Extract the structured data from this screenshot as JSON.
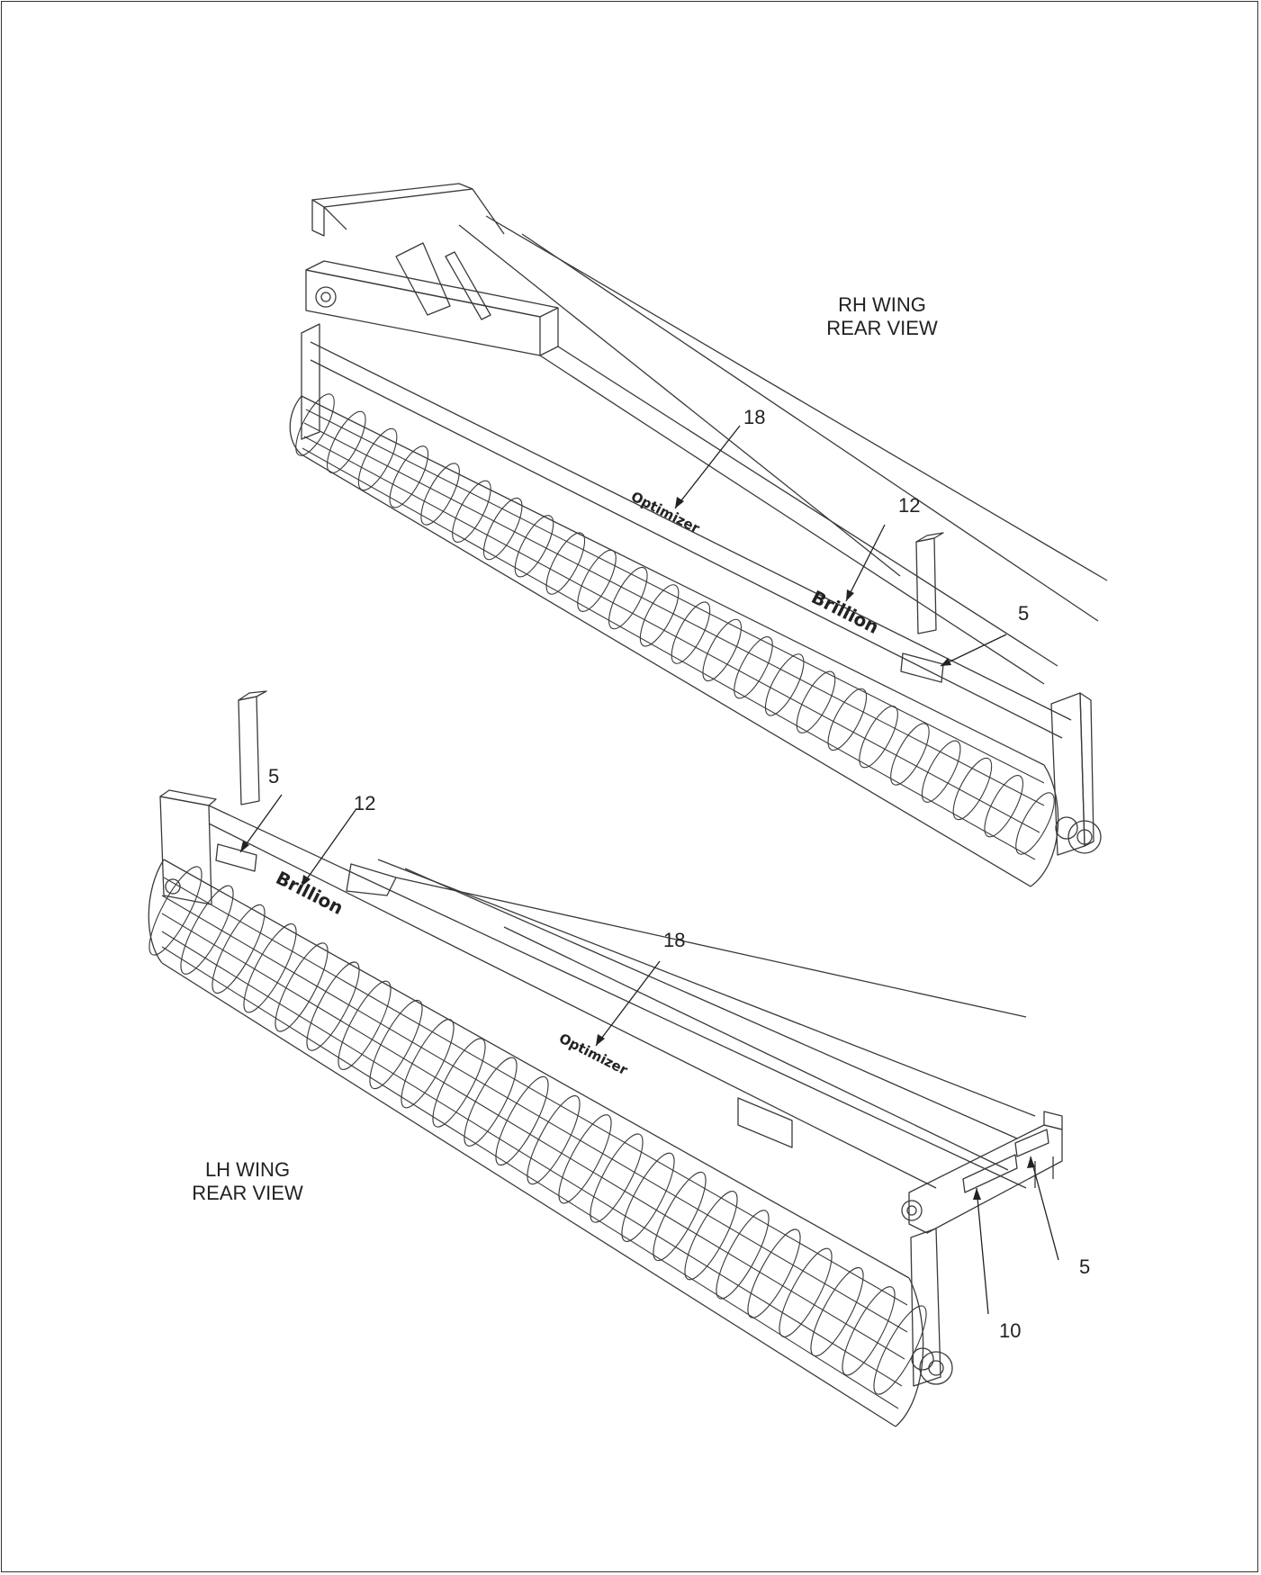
{
  "figure": {
    "rh_view": {
      "line1": "RH WING",
      "line2": "REAR VIEW"
    },
    "lh_view": {
      "line1": "LH WING",
      "line2": "REAR VIEW"
    },
    "callouts": {
      "rh_18": "18",
      "rh_12": "12",
      "rh_5": "5",
      "lh_5": "5",
      "lh_12": "12",
      "lh_18": "18",
      "lh_10": "10",
      "lh_5b": "5"
    },
    "decals": {
      "optimizer": "Optimizer",
      "brillion": "Brillion"
    }
  },
  "colors": {
    "line": "#3a3a3a",
    "paper": "#ffffff"
  }
}
